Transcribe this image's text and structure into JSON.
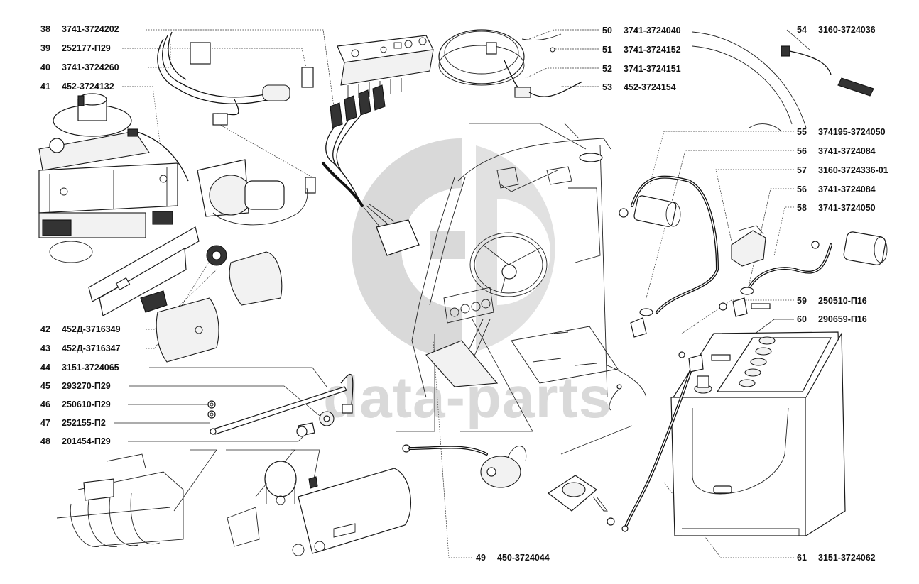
{
  "diagram": {
    "type": "exploded-parts-diagram",
    "watermark": {
      "logo": "GD",
      "text": "data-parts",
      "color": "#d9d9d9"
    },
    "callouts_left": [
      {
        "num": "38",
        "part": "3741-3724202"
      },
      {
        "num": "39",
        "part": "252177-П29"
      },
      {
        "num": "40",
        "part": "3741-3724260"
      },
      {
        "num": "41",
        "part": "452-3724132"
      },
      {
        "num": "42",
        "part": "452Д-3716349"
      },
      {
        "num": "43",
        "part": "452Д-3716347"
      },
      {
        "num": "44",
        "part": "3151-3724065"
      },
      {
        "num": "45",
        "part": "293270-П29"
      },
      {
        "num": "46",
        "part": "250610-П29"
      },
      {
        "num": "47",
        "part": "252155-П2"
      },
      {
        "num": "48",
        "part": "201454-П29"
      }
    ],
    "callouts_top": [
      {
        "num": "50",
        "part": "3741-3724040"
      },
      {
        "num": "51",
        "part": "3741-3724152"
      },
      {
        "num": "52",
        "part": "3741-3724151"
      },
      {
        "num": "53",
        "part": "452-3724154"
      }
    ],
    "callouts_right": [
      {
        "num": "54",
        "part": "3160-3724036"
      },
      {
        "num": "55",
        "part": "374195-3724050"
      },
      {
        "num": "56",
        "part": "3741-3724084"
      },
      {
        "num": "57",
        "part": "3160-3724336-01"
      },
      {
        "num": "56",
        "part": "3741-3724084"
      },
      {
        "num": "58",
        "part": "3741-3724050"
      },
      {
        "num": "59",
        "part": "250510-П16"
      },
      {
        "num": "60",
        "part": "290659-П16"
      },
      {
        "num": "61",
        "part": "3151-3724062"
      }
    ],
    "callouts_bottom": [
      {
        "num": "49",
        "part": "450-3724044"
      }
    ],
    "icons": {
      "battery": "battery-icon",
      "steering_cab": "cab-interior-icon",
      "engine": "engine-icon",
      "switch_block": "switch-panel-icon",
      "headlight_ring": "lamp-ring-icon"
    }
  }
}
